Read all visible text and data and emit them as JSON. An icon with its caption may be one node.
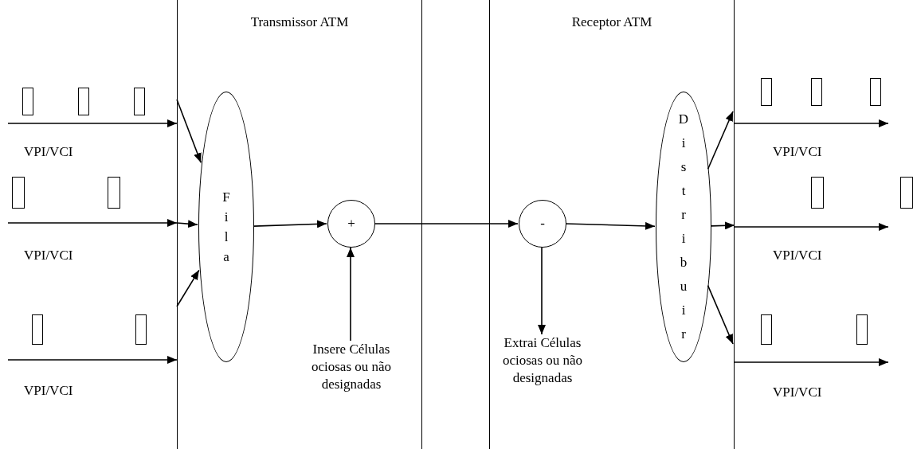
{
  "diagram": {
    "nodes": [
      {
        "text": [
          "Transmissor ATM"
        ]
      },
      {
        "text": [
          "Fila"
        ],
        "in": 0
      },
      {
        "text": [
          "+"
        ],
        "in": 0
      },
      {
        "text": [
          "Insere Células ociosas ou não designadas"
        ],
        "in": 0
      },
      {
        "text": [
          "Receptor ATM"
        ]
      },
      {
        "text": [
          "-"
        ],
        "in": 4
      },
      {
        "text": [
          "Extrai Células ociosas ou não designadas"
        ],
        "in": 4
      },
      {
        "text": [
          "Distribuir"
        ],
        "in": 4
      }
    ],
    "edges": [
      {
        "from": null,
        "to": 0,
        "arrow": "to"
      },
      {
        "from": null,
        "to": 0,
        "arrow": "to"
      },
      {
        "from": null,
        "to": 0,
        "arrow": "to"
      },
      {
        "from": 0,
        "to": 1,
        "arrow": "to"
      },
      {
        "from": 0,
        "to": 1,
        "arrow": "to"
      },
      {
        "from": 0,
        "to": 1,
        "arrow": "to"
      },
      {
        "from": 1,
        "to": 2,
        "arrow": "to"
      },
      {
        "from": 3,
        "to": 2,
        "arrow": "to"
      },
      {
        "from": 2,
        "to": 5,
        "arrow": "to"
      },
      {
        "from": 5,
        "to": 6,
        "arrow": "to"
      },
      {
        "from": 5,
        "to": 7,
        "arrow": "to"
      },
      {
        "from": 7,
        "to": null,
        "arrow": "to"
      },
      {
        "from": 7,
        "to": null,
        "arrow": "to"
      },
      {
        "from": 7,
        "to": null,
        "arrow": "to"
      },
      {
        "from": 4,
        "to": null,
        "arrow": "to"
      },
      {
        "from": 4,
        "to": null,
        "arrow": "to"
      },
      {
        "from": 4,
        "to": null,
        "arrow": "to"
      }
    ],
    "labels": [
      "VPI/VCI",
      "VPI/VCI",
      "VPI/VCI",
      "VPI/VCI",
      "VPI/VCI",
      "VPI/VCI"
    ]
  }
}
